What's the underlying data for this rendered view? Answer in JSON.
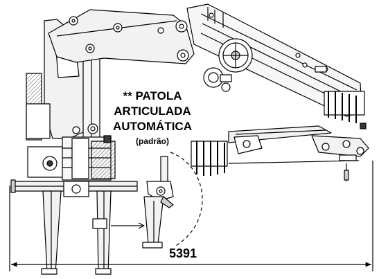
{
  "note": {
    "line1": "** PATOLA",
    "line2": "ARTICULADA",
    "line3": "AUTOMÁTICA",
    "sub": "(padrão)"
  },
  "dimension": {
    "overall_length": "5391"
  },
  "colors": {
    "line": "#000000",
    "background": "#ffffff",
    "fill_light": "#f2f2f2",
    "fill_mid": "#cfcfcf",
    "fill_dark": "#3a3a3a"
  }
}
